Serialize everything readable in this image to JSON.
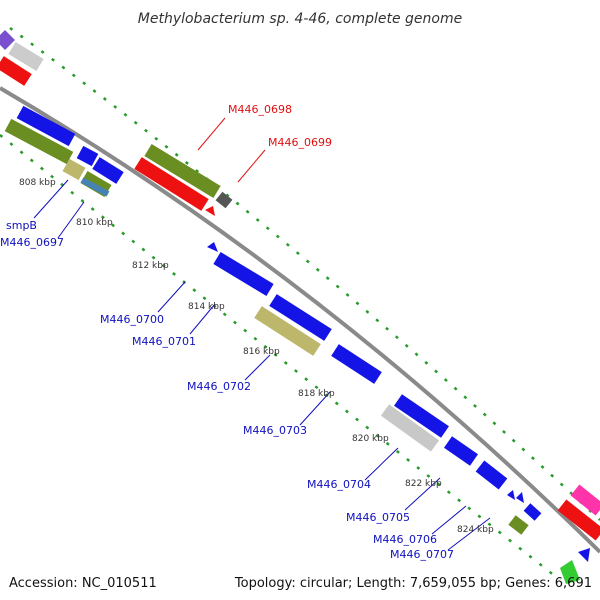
{
  "title": "Methylobacterium sp. 4-46, complete genome",
  "footer": {
    "accession": "Accession: NC_010511",
    "summary": "Topology: circular; Length: 7,659,055 bp; Genes: 6,691"
  },
  "ticks": {
    "t808": "808 kbp",
    "t810": "810 kbp",
    "t812": "812 kbp",
    "t814": "814 kbp",
    "t816": "816 kbp",
    "t818": "818 kbp",
    "t820": "820 kbp",
    "t822": "822 kbp",
    "t824": "824 kbp"
  },
  "genes": {
    "smpB": "smpB",
    "m0697": "M446_0697",
    "m0698": "M446_0698",
    "m0699": "M446_0699",
    "m0700": "M446_0700",
    "m0701": "M446_0701",
    "m0702": "M446_0702",
    "m0703": "M446_0703",
    "m0704": "M446_0704",
    "m0705": "M446_0705",
    "m0706": "M446_0706",
    "m0707": "M446_0707"
  },
  "colors": {
    "forward_label": "#1010c0",
    "reverse_label": "#e01010",
    "backbone": "#8a8a8a",
    "tick_dots": "#2a9a2a",
    "cds_blue": "#1414e6",
    "cds_red": "#ee1111",
    "cds_olive": "#6b8e23",
    "cds_khaki": "#bdb76b",
    "cds_grey": "#c8c8c8",
    "cds_dark": "#555555",
    "cds_pink": "#ff33aa",
    "cds_green": "#33cc33",
    "cds_purple": "#7a4fd0",
    "cds_steel": "#4682b4"
  }
}
